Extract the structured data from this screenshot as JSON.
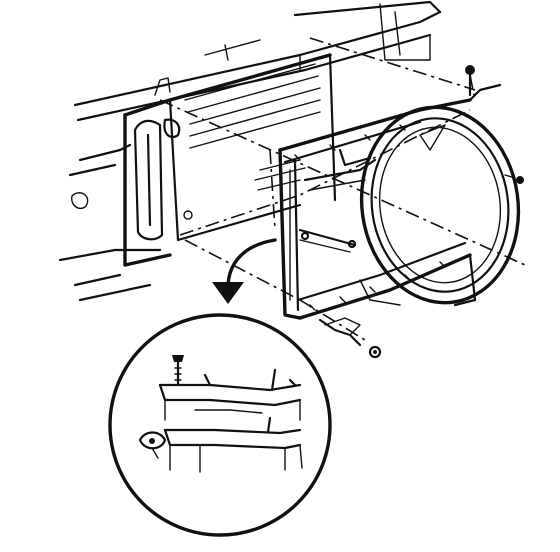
{
  "figure": {
    "kind": "exploded-view line illustration",
    "ink_color": "#111111",
    "background_color": "#ffffff",
    "components": [
      {
        "id": "radiator",
        "icon": "radiator-core-drawing"
      },
      {
        "id": "fan-shroud",
        "icon": "fan-shroud-drawing"
      },
      {
        "id": "shroud-ring",
        "icon": "fan-ring-drawing"
      },
      {
        "id": "fastener",
        "icon": "bolt-drawing"
      },
      {
        "id": "clip",
        "icon": "retainer-clip-drawing"
      },
      {
        "id": "detail-callout",
        "icon": "magnifier-circle-drawing"
      },
      {
        "id": "detail-arrow",
        "icon": "curved-arrow-icon"
      }
    ]
  }
}
